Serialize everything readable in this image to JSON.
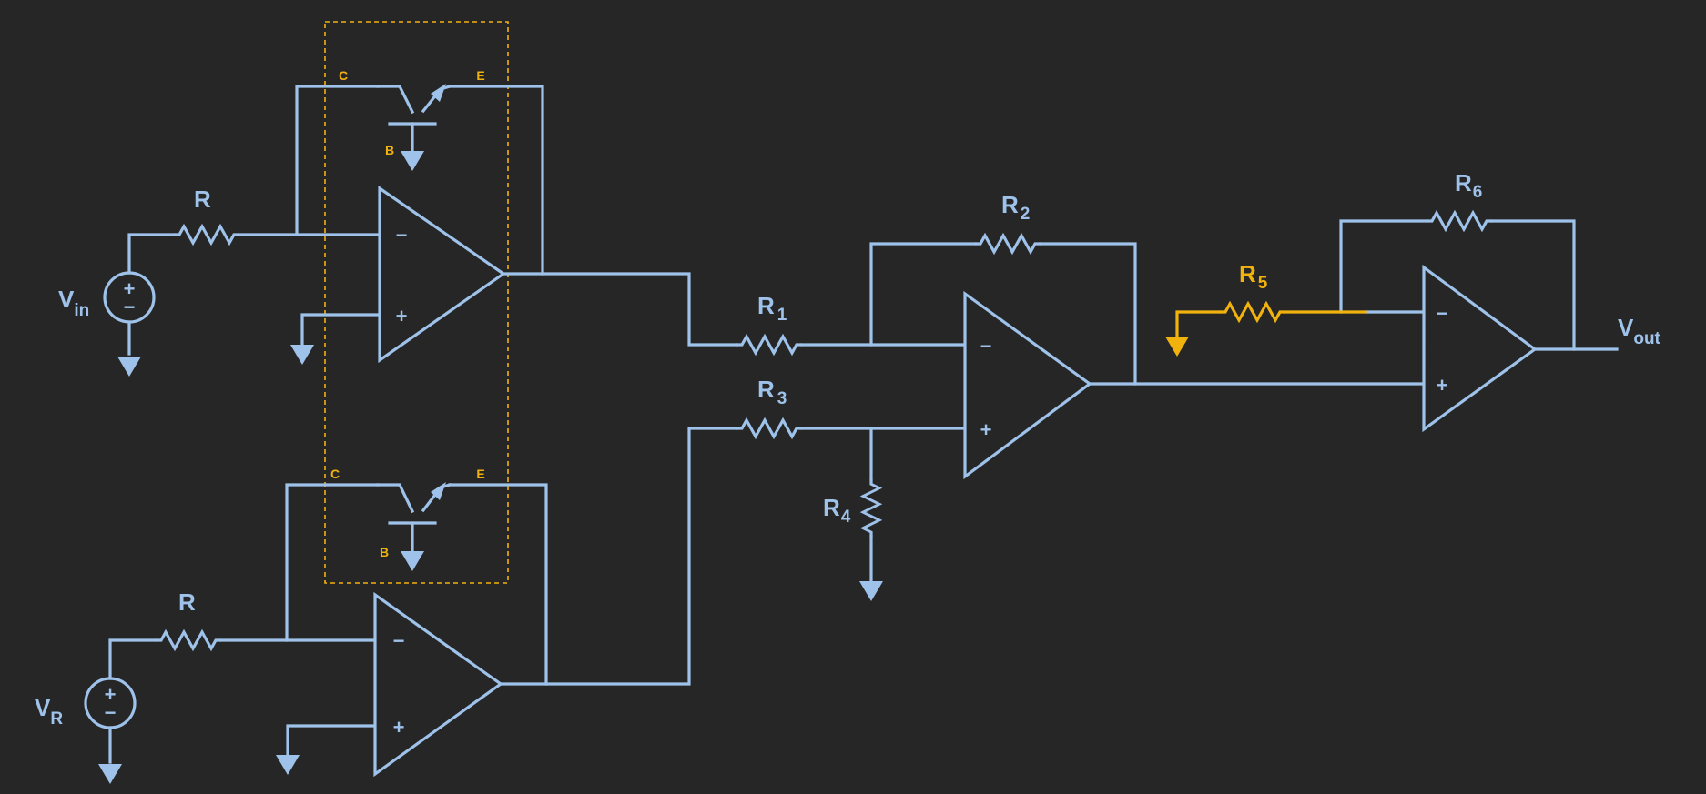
{
  "diagram": {
    "colors": {
      "background": "#262626",
      "wire": "#9ec2ea",
      "highlight": "#f2b20e"
    },
    "labels": {
      "vin": {
        "main": "V",
        "sub": "in"
      },
      "vr": {
        "main": "V",
        "sub": "R"
      },
      "vout": {
        "main": "V",
        "sub": "out"
      },
      "r_top": "R",
      "r_bottom": "R",
      "r1": {
        "main": "R",
        "sub": "1"
      },
      "r2": {
        "main": "R",
        "sub": "2"
      },
      "r3": {
        "main": "R",
        "sub": "3"
      },
      "r4": {
        "main": "R",
        "sub": "4"
      },
      "r5": {
        "main": "R",
        "sub": "5"
      },
      "r6": {
        "main": "R",
        "sub": "6"
      }
    },
    "transistor_pins": {
      "collector": "C",
      "emitter": "E",
      "base": "B"
    },
    "opamp_signs": {
      "inverting": "−",
      "noninverting": "+"
    },
    "source_signs": {
      "plus": "+",
      "minus": "−"
    }
  }
}
